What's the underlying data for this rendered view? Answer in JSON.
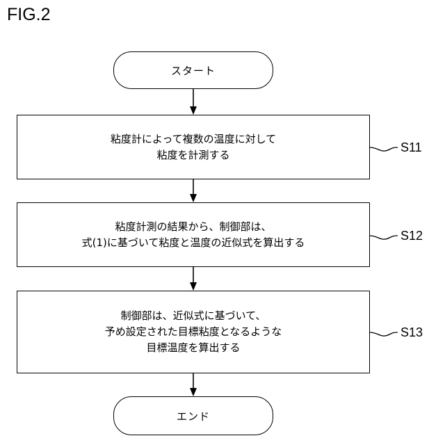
{
  "figure": {
    "title": "FIG.2"
  },
  "flowchart": {
    "start": "スタート",
    "end": "エンド",
    "steps": [
      {
        "id": "S11",
        "lines": [
          "粘度計によって複数の温度に対して",
          "粘度を計測する"
        ]
      },
      {
        "id": "S12",
        "lines": [
          "粘度計測の結果から、制御部は、",
          "式(1)に基づいて粘度と温度の近似式を算出する"
        ]
      },
      {
        "id": "S13",
        "lines": [
          "制御部は、近似式に基づいて、",
          "予め設定された目標粘度となるような",
          "目標温度を算出する"
        ]
      }
    ]
  },
  "colors": {
    "line": "#000000",
    "background": "#ffffff"
  }
}
